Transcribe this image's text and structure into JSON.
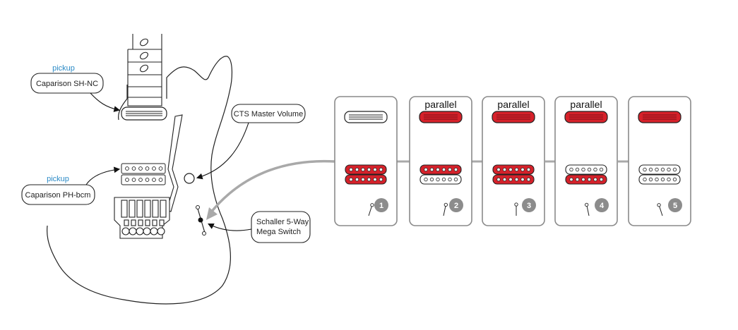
{
  "labels": {
    "neck_pickup_caption": "pickup",
    "neck_pickup_name": "Caparison SH-NC",
    "bridge_pickup_caption": "pickup",
    "bridge_pickup_name": "Caparison PH-bcm",
    "volume": "CTS Master Volume",
    "switch_line1": "Schaller 5-Way",
    "switch_line2": "Mega Switch"
  },
  "positions": [
    {
      "number": "1",
      "mode": "",
      "neck": "off",
      "bridge_top": "on",
      "bridge_bottom": "on"
    },
    {
      "number": "2",
      "mode": "parallel",
      "neck": "on",
      "bridge_top": "on",
      "bridge_bottom": "off"
    },
    {
      "number": "3",
      "mode": "parallel",
      "neck": "on",
      "bridge_top": "on",
      "bridge_bottom": "on"
    },
    {
      "number": "4",
      "mode": "parallel",
      "neck": "on",
      "bridge_top": "off",
      "bridge_bottom": "on"
    },
    {
      "number": "5",
      "mode": "",
      "neck": "on",
      "bridge_top": "off",
      "bridge_bottom": "off"
    }
  ],
  "colors": {
    "active": "#d6212a",
    "inactive": "#ffffff",
    "outline": "#222222",
    "panel": "#8a8a8a",
    "badge": "#8c8c8c",
    "arrow": "#a9a9a9",
    "caption": "#2b8ac6"
  }
}
